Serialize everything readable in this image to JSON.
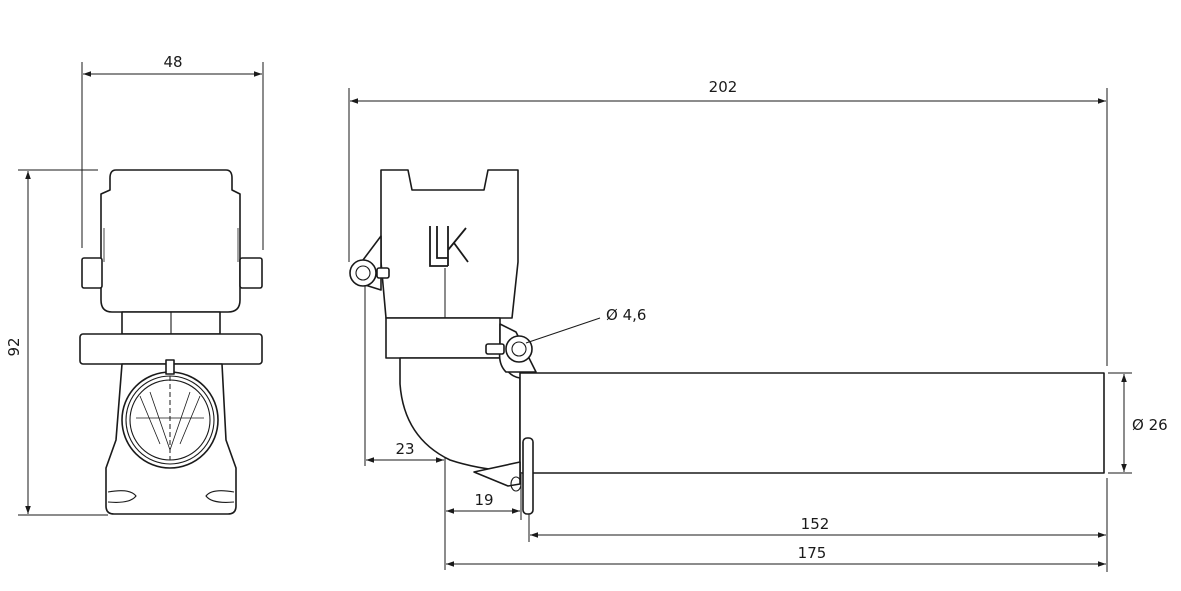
{
  "dimensions": {
    "front_width": "48",
    "front_height": "92",
    "total_length": "202",
    "pipe_diameter": "Ø 26",
    "hole_diameter": "Ø 4,6",
    "offset_23": "23",
    "offset_19": "19",
    "pipe_length_152": "152",
    "pipe_length_175": "175"
  },
  "logo": "LK",
  "colors": {
    "line": "#1a1a1a",
    "background": "#ffffff"
  }
}
